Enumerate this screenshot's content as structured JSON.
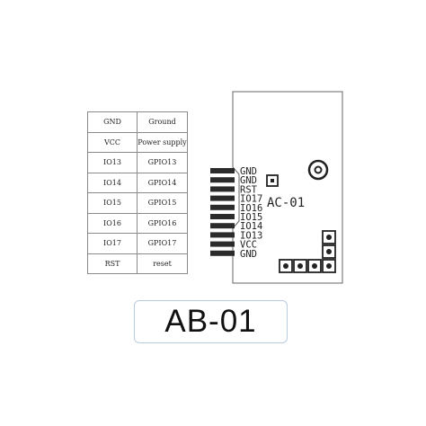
{
  "pin_table": {
    "rows": [
      {
        "pin": "GND",
        "function": "Ground"
      },
      {
        "pin": "VCC",
        "function": "Power supply"
      },
      {
        "pin": "IO13",
        "function": "GPIO13"
      },
      {
        "pin": "IO14",
        "function": "GPIO14"
      },
      {
        "pin": "IO15",
        "function": "GPIO15"
      },
      {
        "pin": "IO16",
        "function": "GPIO16"
      },
      {
        "pin": "IO17",
        "function": "GPIO17"
      },
      {
        "pin": "RST",
        "function": "reset"
      }
    ]
  },
  "module": {
    "name": "AC-01",
    "pin_labels": [
      "GND",
      "GND",
      "RST",
      "IO17",
      "IO16",
      "IO15",
      "IO14",
      "IO13",
      "VCC",
      "GND"
    ]
  },
  "badge": {
    "text": "AB-01"
  }
}
